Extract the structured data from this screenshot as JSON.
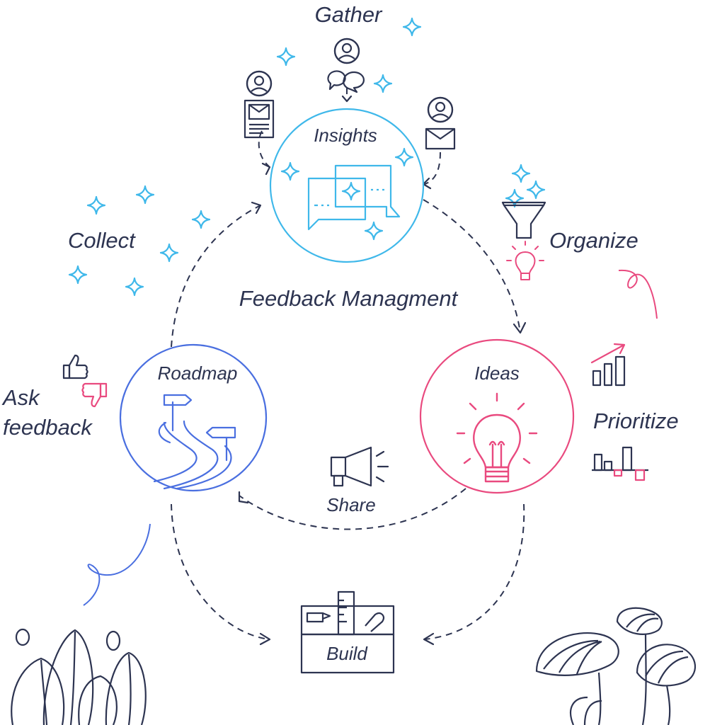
{
  "diagram": {
    "center_title": "Feedback Managment",
    "nodes": {
      "insights": "Insights",
      "ideas": "Ideas",
      "roadmap": "Roadmap",
      "build": "Build"
    },
    "actions": {
      "gather": "Gather",
      "collect": "Collect",
      "organize": "Organize",
      "prioritize": "Prioritize",
      "share": "Share",
      "ask_line1": "Ask",
      "ask_line2": "feedback"
    }
  },
  "colors": {
    "ink": "#2d3451",
    "cyan": "#3fb8ea",
    "pink": "#e94a7f",
    "blue": "#4a6fe0"
  },
  "icons": [
    "user-icon",
    "speech-bubbles-icon",
    "envelope-icon",
    "newsletter-icon",
    "sparkle-icon",
    "funnel-icon",
    "lightbulb-icon",
    "bar-chart-up-icon",
    "bar-chart-mixed-icon",
    "megaphone-icon",
    "thumbs-up-icon",
    "thumbs-down-icon",
    "signpost-road-icon",
    "toolbox-icon",
    "leaves-plant",
    "mushroom-plant"
  ]
}
